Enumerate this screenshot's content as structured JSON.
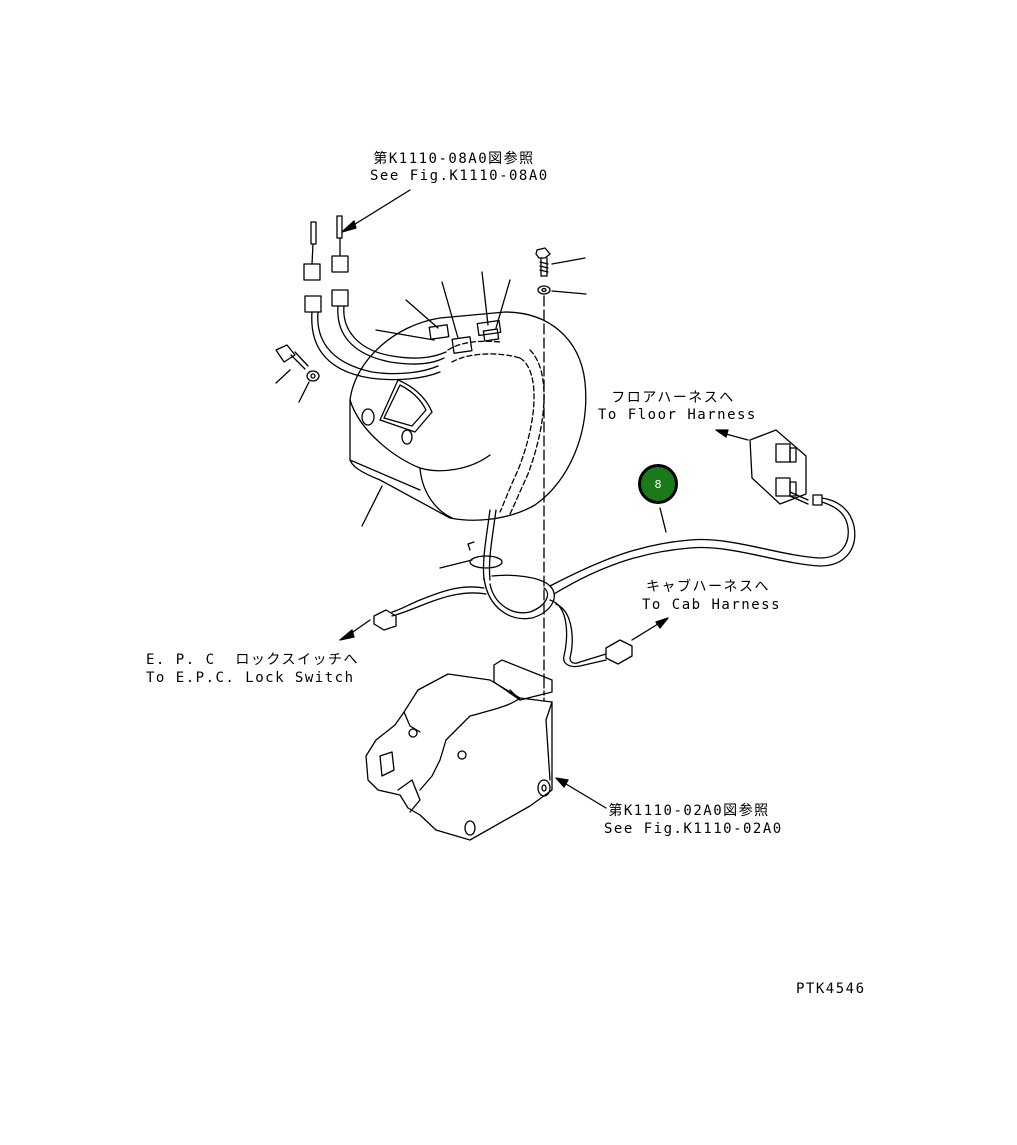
{
  "labels": {
    "top_ref_jp": "第K1110-08A0図参照",
    "top_ref_en": "See Fig.K1110-08A0",
    "floor_jp": "フロアハーネスへ",
    "floor_en": "To Floor Harness",
    "cab_jp": "キャブハーネスへ",
    "cab_en": "To Cab Harness",
    "epc_jp": "E. P. C  ロックスイッチへ",
    "epc_en": "To E.P.C. Lock Switch",
    "bottom_ref_jp": "第K1110-02A0図参照",
    "bottom_ref_en": "See Fig.K1110-02A0",
    "drawing_code": "PTK4546"
  },
  "callout": {
    "number": "8",
    "fill_color": "#1a7a1a"
  },
  "colors": {
    "line": "#000000",
    "background": "#ffffff"
  }
}
